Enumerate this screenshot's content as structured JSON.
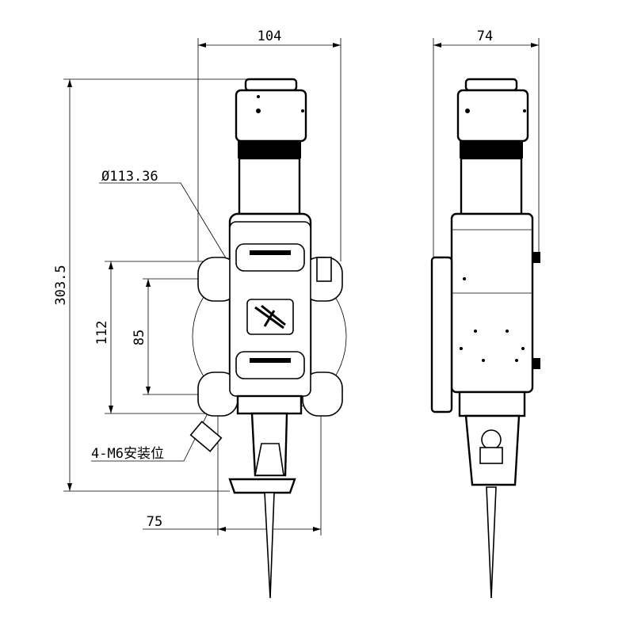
{
  "dimensions": {
    "front_width": "104",
    "side_width": "74",
    "circle_diameter": "Ø113.36",
    "total_height": "303.5",
    "mount_spacing_outer": "112",
    "mount_spacing_inner": "85",
    "bottom_width": "75",
    "mount_holes_note": "4-M6安装位"
  },
  "colors": {
    "line": "#000000",
    "background": "#ffffff"
  }
}
